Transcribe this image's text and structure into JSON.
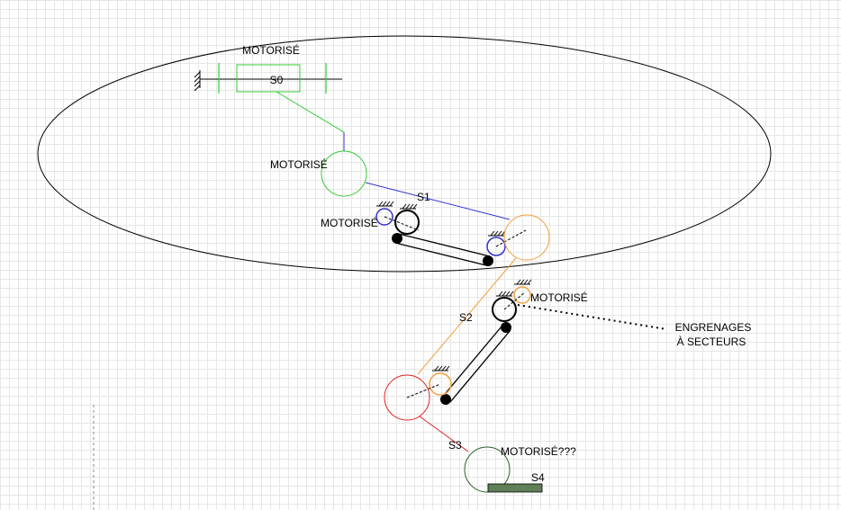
{
  "labels": {
    "motorise_top": "MOTORISÉ",
    "s0": "S0",
    "motorise_green": "MOTORISÉ",
    "s1": "S1",
    "motorise_blue": "MOTORISÉ",
    "s2": "S2",
    "motorise_orange": "MOTORISÉ",
    "engrenages_line1": "ENGRENAGES",
    "engrenages_line2": "À SECTEURS",
    "s3": "S3",
    "motorise_dark": "MOTORISÉ???",
    "s4": "S4"
  },
  "colors": {
    "s0_green": "#33cc33",
    "s1_blue": "#3333cc",
    "s2_orange": "#f0a040",
    "s3_red": "#e02020",
    "s4_dark_green": "#2e5e2e",
    "s4_plate": "#5f7f57",
    "black": "#000000"
  },
  "icons": [
    "ground-symbol-icon",
    "hatched-pivot-icon"
  ]
}
